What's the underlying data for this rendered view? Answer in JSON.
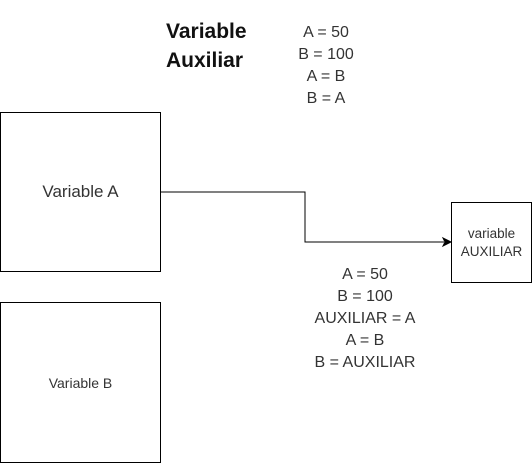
{
  "title": {
    "line1": "Variable",
    "line2": "Auxiliar"
  },
  "code_top": [
    "A = 50",
    "B = 100",
    "A = B",
    "B = A"
  ],
  "code_bottom": [
    "A = 50",
    "B = 100",
    "AUXILIAR = A",
    "A = B",
    "B = AUXILIAR"
  ],
  "boxes": {
    "variable_a": "Variable A",
    "variable_b": "Variable B",
    "auxiliar_line1": "variable",
    "auxiliar_line2": "AUXILIAR"
  },
  "colors": {
    "stroke": "#000000",
    "text": "#333333"
  }
}
